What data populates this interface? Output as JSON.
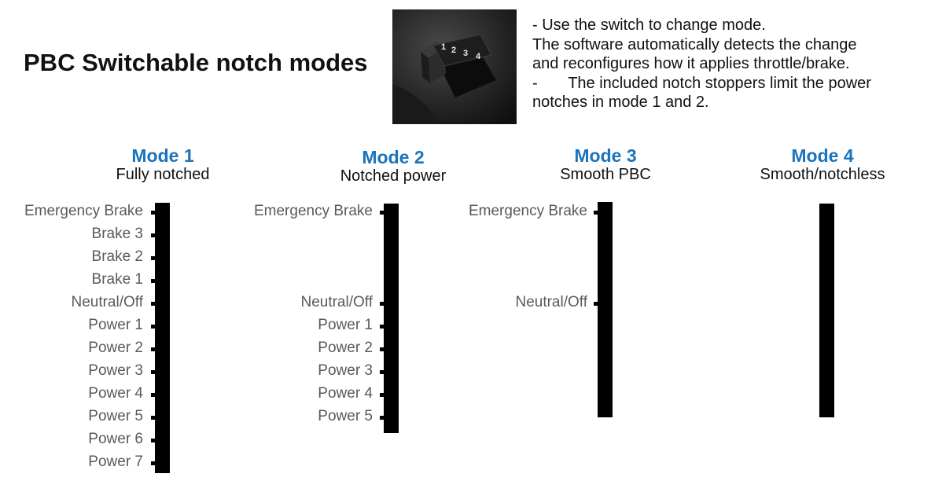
{
  "title": "PBC Switchable notch modes",
  "photo": {
    "icon": "switch-photo",
    "numbers": [
      "1",
      "2",
      "3",
      "4"
    ]
  },
  "notes": [
    "-  Use the switch to change mode.",
    "The software automatically detects the change",
    "and reconfigures how it applies throttle/brake.",
    "-       The included notch stoppers limit the power",
    "notches in mode 1 and 2."
  ],
  "colors": {
    "accent": "#1a73bb",
    "bar": "#000000",
    "label": "#5a5a5a"
  },
  "modes": [
    {
      "name": "Mode 1",
      "description": "Fully notched",
      "notches": [
        "Emergency Brake",
        "Brake 3",
        "Brake 2",
        "Brake 1",
        "Neutral/Off",
        "Power 1",
        "Power 2",
        "Power 3",
        "Power 4",
        "Power 5",
        "Power 6",
        "Power 7"
      ]
    },
    {
      "name": "Mode 2",
      "description": "Notched power",
      "notches": [
        "Emergency Brake",
        "Neutral/Off",
        "Power 1",
        "Power 2",
        "Power 3",
        "Power 4",
        "Power 5"
      ]
    },
    {
      "name": "Mode 3",
      "description": "Smooth PBC",
      "notches": [
        "Emergency Brake",
        "Neutral/Off"
      ]
    },
    {
      "name": "Mode 4",
      "description": "Smooth/notchless",
      "notches": []
    }
  ]
}
